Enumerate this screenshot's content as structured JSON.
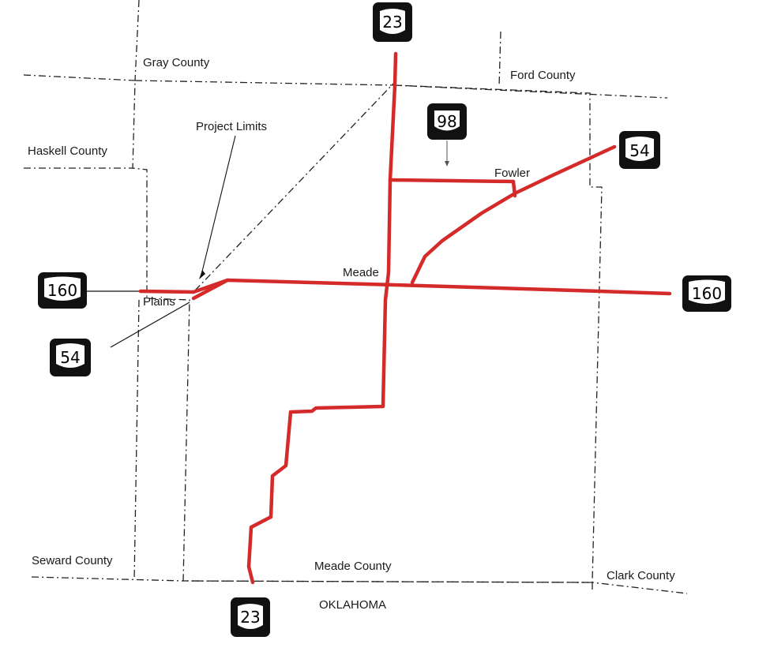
{
  "map": {
    "counties": {
      "gray": "Gray County",
      "ford": "Ford County",
      "haskell": "Haskell County",
      "seward": "Seward County",
      "meade": "Meade County",
      "clark": "Clark County"
    },
    "state_below": "OKLAHOMA",
    "towns": {
      "meade": "Meade",
      "fowler": "Fowler",
      "plains": "Plains"
    },
    "callout": "Project Limits",
    "shields": {
      "us23_top": "23",
      "us23_bottom": "23",
      "k98": "98",
      "us54_east": "54",
      "us54_west": "54",
      "us160_west": "160",
      "us160_east": "160"
    },
    "colors": {
      "route": "#d42a2a",
      "boundary": "#222222",
      "shield_fill": "#111111",
      "shield_text": "#000000"
    },
    "line_styles": {
      "county_boundary": "dashed",
      "project_limit": "dashed",
      "highlighted_routes": "solid red"
    }
  }
}
